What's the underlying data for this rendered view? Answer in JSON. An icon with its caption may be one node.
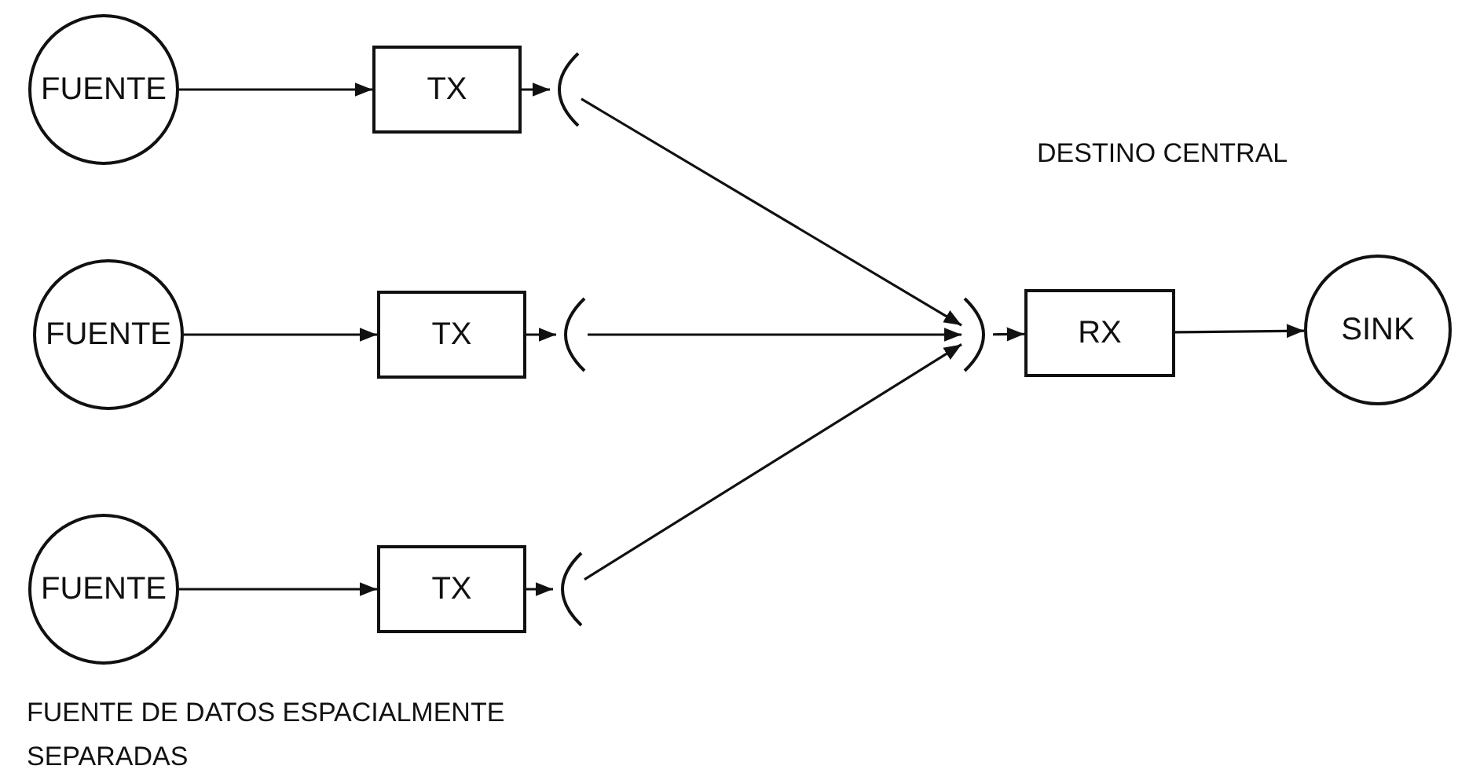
{
  "diagram": {
    "nodes": [
      {
        "text": [
          "FUENTE"
        ]
      },
      {
        "text": [
          "TX"
        ]
      },
      {
        "text": [],
        "shape": "arc"
      },
      {
        "text": [
          "FUENTE"
        ]
      },
      {
        "text": [
          "TX"
        ]
      },
      {
        "text": [],
        "shape": "arc"
      },
      {
        "text": [],
        "shape": "arc"
      },
      {
        "text": [
          "RX"
        ]
      },
      {
        "text": [
          "SINK"
        ]
      },
      {
        "text": [
          "FUENTE"
        ]
      },
      {
        "text": [
          "TX"
        ]
      },
      {
        "text": [],
        "shape": "arc"
      }
    ],
    "edges": [
      {
        "from": 0,
        "to": 1,
        "arrow": "to"
      },
      {
        "from": 1,
        "to": 2,
        "arrow": "to"
      },
      {
        "from": 3,
        "to": 4,
        "arrow": "to"
      },
      {
        "from": 4,
        "to": 5,
        "arrow": "to"
      },
      {
        "from": 9,
        "to": 10,
        "arrow": "to"
      },
      {
        "from": 10,
        "to": 11,
        "arrow": "to"
      },
      {
        "from": 2,
        "to": 6,
        "arrow": "to"
      },
      {
        "from": 5,
        "to": 6,
        "arrow": "to"
      },
      {
        "from": 11,
        "to": 6,
        "arrow": "to"
      },
      {
        "from": 6,
        "to": 7,
        "arrow": "to"
      },
      {
        "from": 7,
        "to": 8,
        "arrow": "to"
      }
    ],
    "labels": [
      "DESTINO CENTRAL",
      "FUENTE DE DATOS ESPACIALMENTE SEPARADAS"
    ]
  }
}
